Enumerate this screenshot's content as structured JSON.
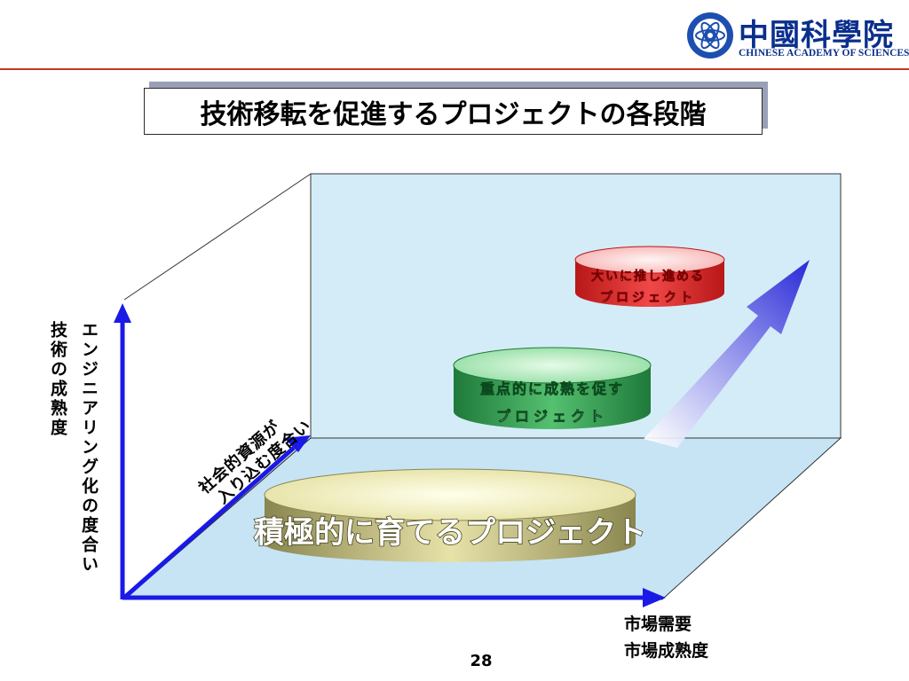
{
  "header": {
    "logo_cn": "中國科學院",
    "logo_en": "CHINESE ACADEMY OF SCIENCES",
    "seal_text": "CHINESE ACADEMY OF SCIENCES"
  },
  "slide": {
    "title": "技術移転を促進するプロジェクトの各段階",
    "page_number": "28"
  },
  "axes": {
    "y_label_outer": "エンジニアリング化の度合い",
    "y_label_inner": "技術の成熟度",
    "diagonal_line1": "社会的資源が",
    "diagonal_line2": "入り込む度合い",
    "x_label_line1": "市場需要",
    "x_label_line2": "市場成熟度"
  },
  "stages": [
    {
      "line1": "積極的に育てるプロジェクト",
      "line2": "",
      "color": "#d8d49a"
    },
    {
      "line1": "重点的に成熟を促す",
      "line2": "プロジェクト",
      "color": "#3ea55a"
    },
    {
      "line1": "大いに推し進める",
      "line2": "プロジェクト",
      "color": "#e02828"
    }
  ],
  "colors": {
    "axis_blue": "#1a1ae6",
    "panel_blue": "#d4ecf8",
    "header_rule": "#c0392b",
    "logo_blue": "#0a2f8c"
  }
}
